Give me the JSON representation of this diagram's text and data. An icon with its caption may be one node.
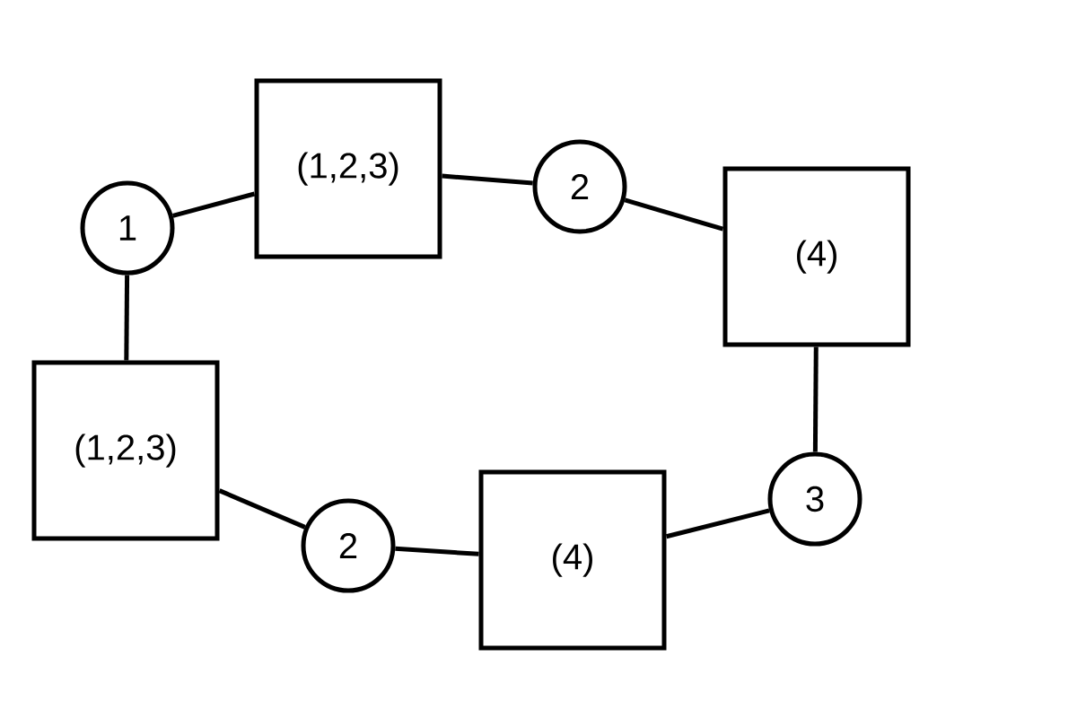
{
  "diagram": {
    "nodes": [
      {
        "text": [
          "1"
        ]
      },
      {
        "text": [
          "(1,2,3)"
        ]
      },
      {
        "text": [
          "2"
        ]
      },
      {
        "text": [
          "(4)"
        ]
      },
      {
        "text": [
          "3"
        ]
      },
      {
        "text": [
          "(4)"
        ]
      },
      {
        "text": [
          "2"
        ]
      },
      {
        "text": [
          "(1,2,3)"
        ]
      }
    ],
    "edges": [
      {
        "from": 0,
        "to": 1,
        "arrow": "none"
      },
      {
        "from": 1,
        "to": 2,
        "arrow": "none"
      },
      {
        "from": 2,
        "to": 3,
        "arrow": "none"
      },
      {
        "from": 3,
        "to": 4,
        "arrow": "none"
      },
      {
        "from": 4,
        "to": 5,
        "arrow": "none"
      },
      {
        "from": 5,
        "to": 6,
        "arrow": "none"
      },
      {
        "from": 6,
        "to": 7,
        "arrow": "none"
      },
      {
        "from": 7,
        "to": 0,
        "arrow": "none"
      }
    ]
  }
}
